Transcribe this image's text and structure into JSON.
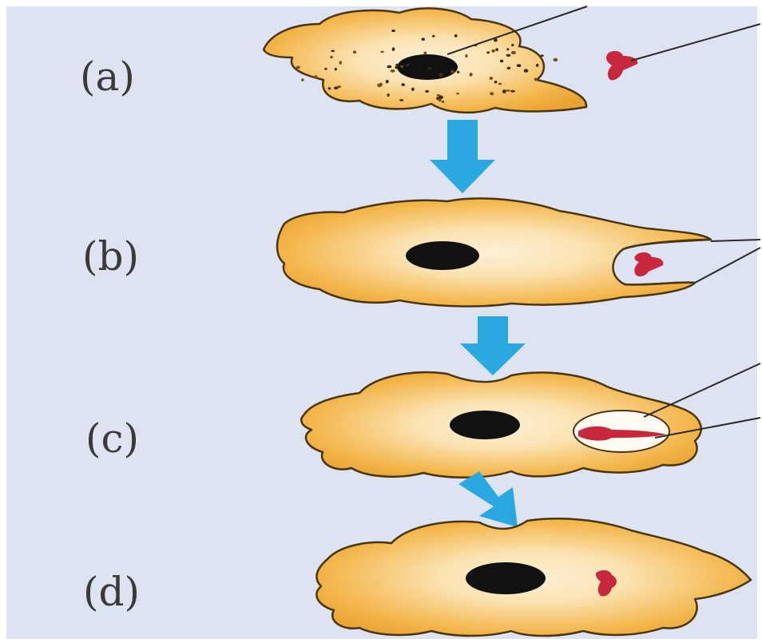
{
  "colors": {
    "background": "#dde3f0",
    "cytoplasm": "#f3b54a",
    "cytoplasm_light": "#fbe3b3",
    "membrane": "#4a3512",
    "nucleus": "#111111",
    "food": "#c8283e",
    "arrow": "#29a9e0",
    "pointer_line": "#2a2a2a",
    "vacuole": "#fffaf2"
  },
  "stages": [
    {
      "label": "(a)",
      "icons": [
        "amoeba-icon",
        "nucleus-icon",
        "food-particle-icon"
      ]
    },
    {
      "label": "(b)",
      "icons": [
        "amoeba-icon",
        "nucleus-icon",
        "pseudopodia-icon",
        "food-particle-icon"
      ]
    },
    {
      "label": "(c)",
      "icons": [
        "amoeba-icon",
        "nucleus-icon",
        "food-vacuole-icon",
        "food-particle-icon"
      ]
    },
    {
      "label": "(d)",
      "icons": [
        "amoeba-icon",
        "nucleus-icon",
        "digested-food-icon"
      ]
    }
  ],
  "arrows": [
    "down-arrow-icon",
    "down-arrow-icon",
    "diagonal-arrow-icon"
  ]
}
